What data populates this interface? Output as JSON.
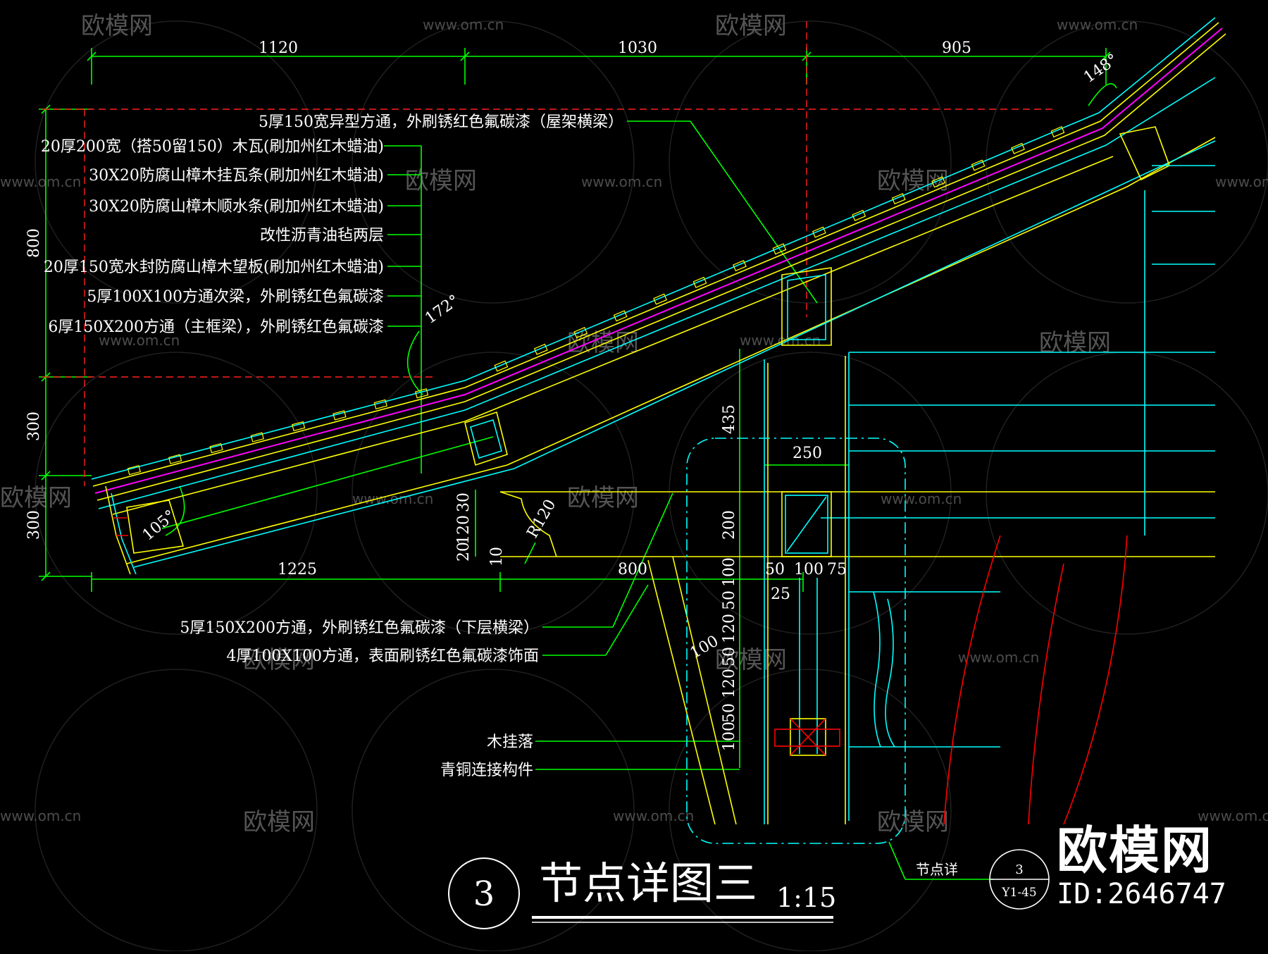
{
  "drawing": {
    "title": "节点详图三",
    "number": "3",
    "scale": "1:15",
    "ref_label": "节点详",
    "ref_num": "3",
    "ref_sheet": "Y1-45"
  },
  "top_dimensions": [
    "1120",
    "1030",
    "905"
  ],
  "left_dimensions": [
    "800",
    "300",
    "300"
  ],
  "bottom_dimensions": [
    "1225",
    "800"
  ],
  "angles": [
    "148°",
    "172°",
    "105°"
  ],
  "radius": "R120",
  "column_dims": {
    "top": "435",
    "width": "250",
    "v": [
      "200",
      "100",
      "50",
      "120",
      "50",
      "120",
      "50",
      "100"
    ],
    "h": [
      "50",
      "100",
      "75"
    ],
    "offset": "25",
    "brace": "100"
  },
  "eave_dims": [
    "30",
    "120",
    "20",
    "10"
  ],
  "annotations_left": [
    "20厚200宽（搭50留150）木瓦(刷加州红木蜡油)",
    "30X20防腐山樟木挂瓦条(刷加州红木蜡油)",
    "30X20防腐山樟木顺水条(刷加州红木蜡油)",
    "改性沥青油毡两层",
    "20厚150宽水封防腐山樟木望板(刷加州红木蜡油)",
    "5厚100X100方通次梁，外刷锈红色氟碳漆",
    "6厚150X200方通（主框梁），外刷锈红色氟碳漆"
  ],
  "annotation_top": "5厚150宽异型方通，外刷锈红色氟碳漆（屋架横梁）",
  "annotations_lower": [
    "5厚150X200方通，外刷锈红色氟碳漆（下层横梁）",
    "4厚100X100方通，表面刷锈红色氟碳漆饰面"
  ],
  "annotations_bottom": [
    "木挂落",
    "青铜连接构件"
  ],
  "watermark": {
    "brand": "欧模网",
    "url": "www.om.cn",
    "id": "ID:2646747"
  },
  "colors": {
    "background": "#000000",
    "cad_green": "#00ff00",
    "cad_yellow": "#ffff00",
    "cad_cyan": "#00ffff",
    "cad_red": "#ff0000",
    "cad_magenta": "#ff00ff",
    "text": "#ffffff"
  }
}
